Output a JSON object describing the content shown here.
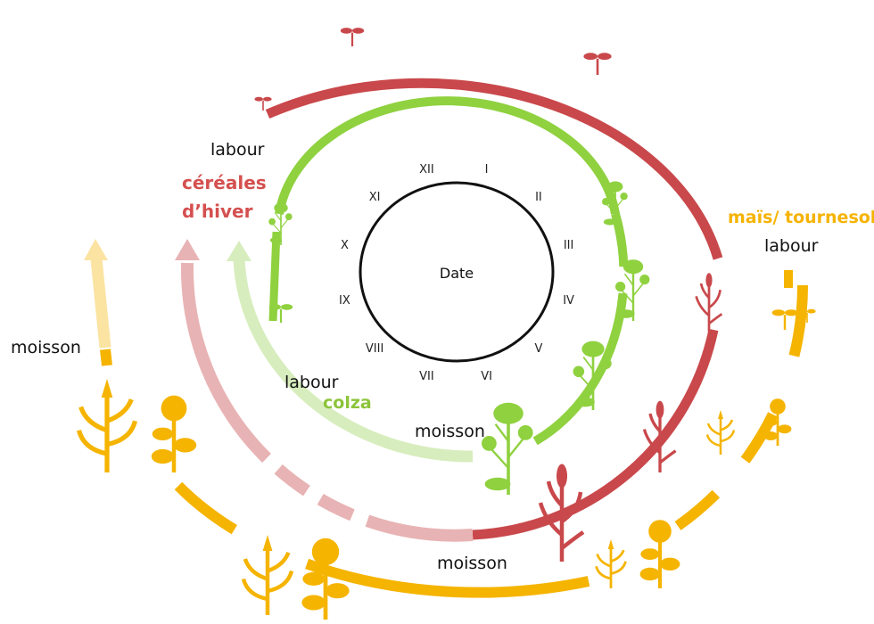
{
  "center": {
    "label": "Date"
  },
  "months": [
    "I",
    "II",
    "III",
    "IV",
    "V",
    "VI",
    "VII",
    "VIII",
    "IX",
    "X",
    "XI",
    "XII"
  ],
  "crops": {
    "cereales": {
      "name": "céréales d’hiver",
      "name_line1": "céréales",
      "name_line2": "d’hiver",
      "color": "#c9484b",
      "faded_color": "#e8b3b4"
    },
    "colza": {
      "name": "colza",
      "color": "#8fd13f",
      "faded_color": "#d7edbd"
    },
    "mais": {
      "name": "maïs/ tournesol",
      "color": "#f5b400",
      "faded_color": "#fbe3a1"
    }
  },
  "labels": {
    "labour_cereales": "labour",
    "labour_colza": "labour",
    "labour_mais": "labour",
    "moisson_colza": "moisson",
    "moisson_cereales": "moisson",
    "moisson_mais": "moisson"
  },
  "icons": {
    "cereal_plant": "wheat-plant-icon",
    "colza_plant": "rapeseed-plant-icon",
    "maize_plant": "maize-plant-icon",
    "sunflower_plant": "sunflower-plant-icon",
    "seedling": "seedling-icon"
  }
}
